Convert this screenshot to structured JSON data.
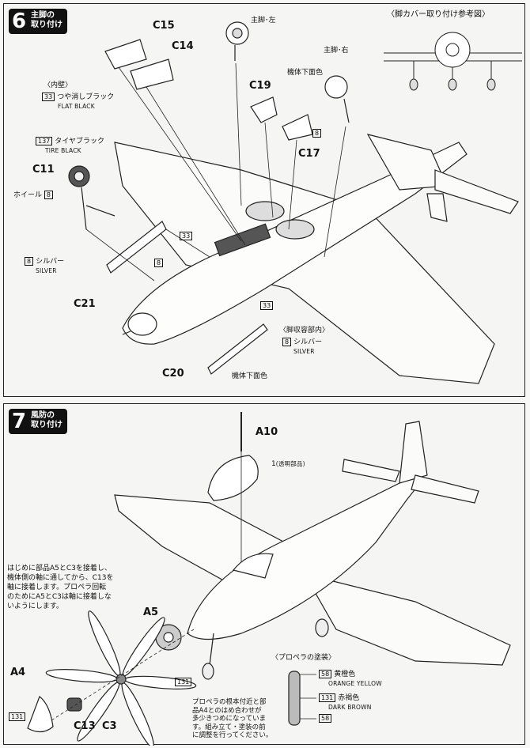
{
  "step6": {
    "number": "6",
    "title": "主脚の\n取り付け",
    "ref_title": "〈脚カバー取り付け参考図〉",
    "labels": {
      "c15": "C15",
      "c14": "C14",
      "inner_wall": "〈内壁〉",
      "flat_black_code": "33",
      "flat_black_jp": "つや消しブラック",
      "flat_black_en": "FLAT BLACK",
      "main_leg_left": "主脚･左",
      "main_leg_right": "主脚･右",
      "fuselage_underside": "機体下面色",
      "c19": "C19",
      "c17": "C17",
      "c17_code": "8",
      "tire_black_code": "137",
      "tire_black_jp": "タイヤブラック",
      "tire_black_en": "TIRE BLACK",
      "c11": "C11",
      "wheel": "ホイール",
      "wheel_code": "8",
      "silver_code": "8",
      "silver_jp": "シルバー",
      "silver_en": "SILVER",
      "code_33_a": "33",
      "code_8_a": "8",
      "c21": "C21",
      "code_33_b": "33",
      "gear_bay": "〈脚収容部内〉",
      "bay_silver_code": "8",
      "bay_silver_jp": "シルバー",
      "bay_silver_en": "SILVER",
      "c20": "C20",
      "c20_color": "機体下面色"
    }
  },
  "step7": {
    "number": "7",
    "title": "風防の\n取り付け",
    "labels": {
      "a10": "A10",
      "part1_num": "1",
      "part1_note": "(透明部品)",
      "a5": "A5",
      "a5_code": "131",
      "a4": "A4",
      "a4_code": "131",
      "c13": "C13",
      "c3": "C3",
      "prop_paint": "〈プロペラの塗装〉",
      "orange_code": "58",
      "orange_jp": "黄橙色",
      "orange_en": "ORANGE YELLOW",
      "brown_code": "131",
      "brown_jp": "赤褐色",
      "brown_en": "DARK BROWN",
      "orange_code_2": "58"
    },
    "instruction": "はじめに部品A5とC3を接着し、\n機体側の軸に通してから、C13を\n軸に接着します。プロペラ回転\nのためにA5とC3は軸に接着しな\nいようにします。",
    "prop_note": "プロペラの根本付近と部\n品A4とのはめ合わせが\n多少きつめになっていま\nす。組み立て・塗装の前\nに調整を行ってください。"
  }
}
